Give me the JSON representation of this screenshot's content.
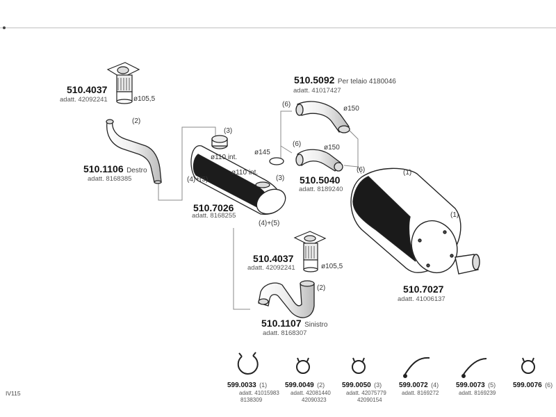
{
  "parts": {
    "flange_top": {
      "number": "510.4037",
      "adatt": "adatt. 42092241",
      "diameter": "ø105,5"
    },
    "pipe_right": {
      "number": "510.1106",
      "side": "Destro",
      "adatt": "adatt. 8168385",
      "qty": "(2)"
    },
    "silencer_mid": {
      "number": "510.7026",
      "adatt": "adatt. 8168255",
      "qty": "(3)",
      "qty2": "(3)",
      "inlet_top": "ø110  int.",
      "inlet_bottom": "ø110  int.",
      "outlet": "ø145",
      "clamp_ref_left": "(4)+(5)",
      "clamp_ref_bottom": "(4)+(5)"
    },
    "elbow_top": {
      "number": "510.5092",
      "note": "Per telaio 4180046",
      "adatt": "adatt. 41017427",
      "qty": "(6)",
      "diameter": "ø150"
    },
    "elbow_mid": {
      "number": "510.5040",
      "adatt": "adatt. 8189240",
      "qty": "(6)",
      "qty_right": "(6)",
      "diameter": "ø150"
    },
    "silencer_big": {
      "number": "510.7027",
      "adatt": "adatt. 41006137",
      "qty1": "(1)",
      "qty2": "(1)"
    },
    "flange_bottom": {
      "number": "510.4037",
      "adatt": "adatt. 42092241",
      "diameter": "ø105,5"
    },
    "pipe_left": {
      "number": "510.1107",
      "side": "Sinistro",
      "adatt": "adatt. 8168307",
      "qty": "(2)"
    }
  },
  "hardware": [
    {
      "number": "599.0033",
      "qty": "(1)",
      "adatt1": "adatt. 41015983",
      "adatt2": "8138309",
      "icon": "clamp-ring-open"
    },
    {
      "number": "599.0049",
      "qty": "(2)",
      "adatt1": "adatt. 42081440",
      "adatt2": "42090323",
      "icon": "clamp-ring-small"
    },
    {
      "number": "599.0050",
      "qty": "(3)",
      "adatt1": "adatt. 42075779",
      "adatt2": "42090154",
      "icon": "clamp-ring-small"
    },
    {
      "number": "599.0072",
      "qty": "(4)",
      "adatt1": "adatt. 8169272",
      "adatt2": "",
      "icon": "strap-band"
    },
    {
      "number": "599.0073",
      "qty": "(5)",
      "adatt1": "adatt. 8169239",
      "adatt2": "",
      "icon": "strap-band"
    },
    {
      "number": "599.0076",
      "qty": "(6)",
      "adatt1": "",
      "adatt2": "",
      "icon": "clamp-ring-small"
    }
  ],
  "footer": {
    "ref": "IV115"
  },
  "colors": {
    "line": "#222222",
    "shade": "#1a1a1a",
    "connector": "#888888"
  }
}
